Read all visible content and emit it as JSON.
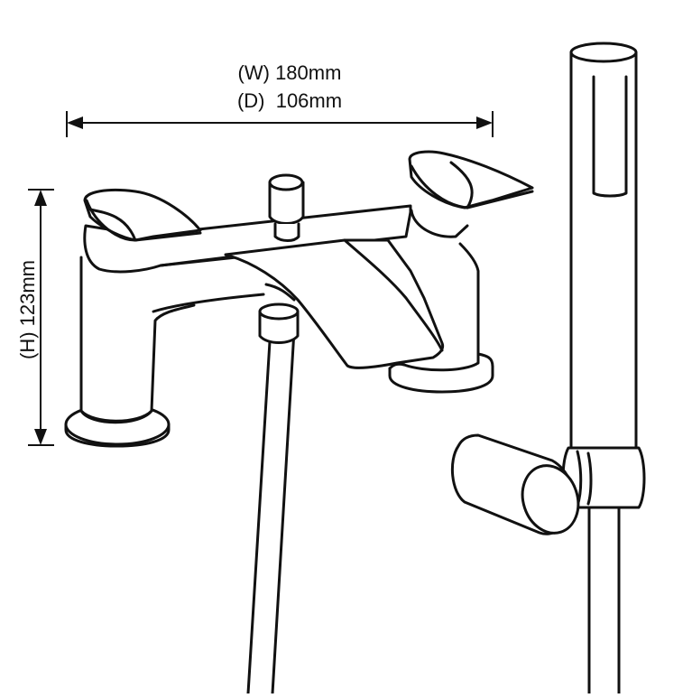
{
  "dimensions": {
    "width_label": "(W) 180mm",
    "depth_label": "(D)  106mm",
    "height_label": "(H) 123mm"
  },
  "colors": {
    "line": "#111111",
    "background": "#ffffff"
  }
}
